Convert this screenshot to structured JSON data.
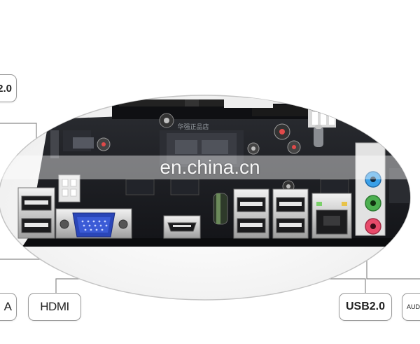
{
  "labels": {
    "usb_top_left": "2.0",
    "vga": "A",
    "hdmi": "HDMI",
    "usb_bottom_right": "USB2.0",
    "audio": "AUD"
  },
  "watermark": "en.china.cn",
  "board_silkscreen": "华强正品店",
  "colors": {
    "audio_jack_blue": "#3aa0e8",
    "audio_jack_green": "#4caf50",
    "audio_jack_pink": "#e84a6a",
    "vga_port": "#2a46b8",
    "pcb": "#1b1d22"
  }
}
